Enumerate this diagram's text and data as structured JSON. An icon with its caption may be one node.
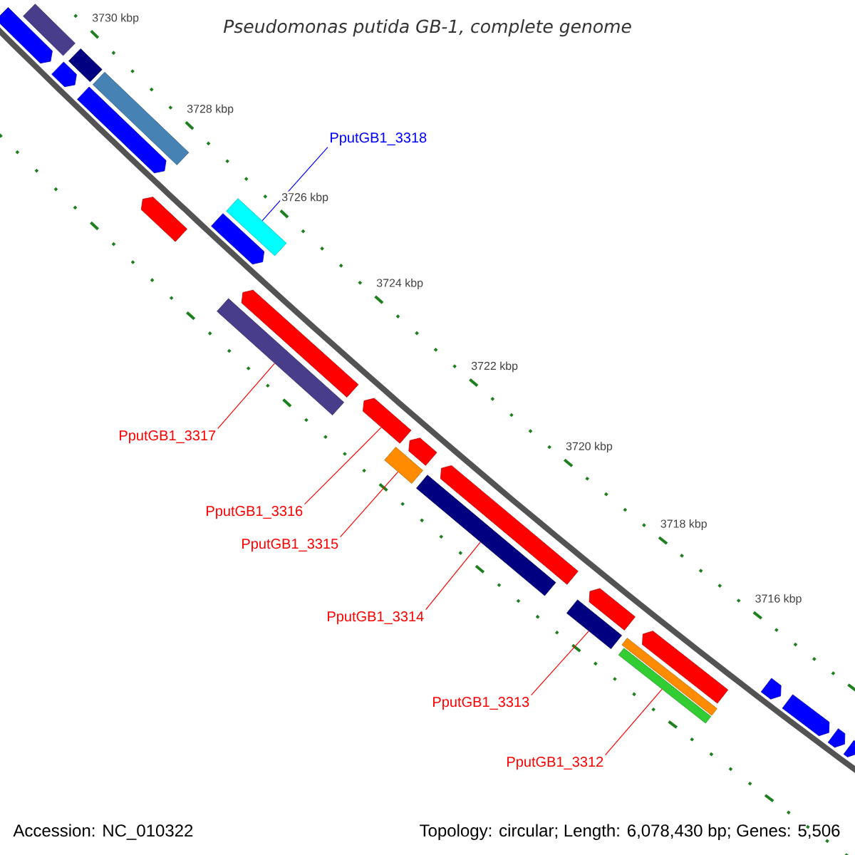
{
  "diagram": {
    "title": "Pseudomonas putida GB-1, complete genome",
    "nodes": [
      {
        "text": [
          "PputGB1_3318"
        ]
      },
      {
        "text": [
          "PputGB1_3317"
        ]
      },
      {
        "text": [
          "PputGB1_3316"
        ]
      },
      {
        "text": [
          "PputGB1_3315"
        ]
      },
      {
        "text": [
          "PputGB1_3314"
        ]
      },
      {
        "text": [
          "PputGB1_3313"
        ]
      },
      {
        "text": [
          "PputGB1_3312"
        ]
      },
      {
        "text": [],
        "shape": "bar"
      },
      {
        "text": [],
        "shape": "arrow"
      },
      {
        "text": [],
        "shape": "arrow"
      },
      {
        "text": [],
        "shape": "bar"
      },
      {
        "text": [],
        "shape": "arrow"
      },
      {
        "text": [],
        "shape": "bar"
      },
      {
        "text": [],
        "shape": "arrow"
      },
      {
        "text": [],
        "shape": "arrow"
      },
      {
        "text": [],
        "shape": "bar"
      },
      {
        "text": [],
        "shape": "bar"
      },
      {
        "text": [],
        "shape": "arrow"
      },
      {
        "text": [],
        "shape": "arrow"
      },
      {
        "text": [],
        "shape": "bar"
      },
      {
        "text": [],
        "shape": "arrow"
      },
      {
        "text": [],
        "shape": "bar"
      },
      {
        "text": [],
        "shape": "arrow"
      },
      {
        "text": [],
        "shape": "bar"
      },
      {
        "text": [],
        "shape": "arrow"
      },
      {
        "text": [],
        "shape": "bar"
      },
      {
        "text": [],
        "shape": "bar"
      },
      {
        "text": [],
        "shape": "arrow"
      },
      {
        "text": [],
        "shape": "arrow"
      },
      {
        "text": [],
        "shape": "arrow"
      },
      {
        "text": [],
        "shape": "arrow"
      },
      {
        "text": [],
        "shape": "arrow"
      }
    ],
    "edges": [
      {
        "from": 0,
        "to": 15,
        "arrow": "none",
        "color": "#0000ff"
      },
      {
        "from": 1,
        "to": 16,
        "arrow": "none"
      },
      {
        "from": 2,
        "to": 18,
        "arrow": "none"
      },
      {
        "from": 3,
        "to": 19,
        "arrow": "none"
      },
      {
        "from": 4,
        "to": 21,
        "arrow": "none"
      },
      {
        "from": 5,
        "to": 23,
        "arrow": "none"
      },
      {
        "from": 6,
        "to": 26,
        "arrow": "none"
      }
    ],
    "labels": [
      "3730 kbp",
      "3728 kbp",
      "3726 kbp",
      "3724 kbp",
      "3722 kbp",
      "3720 kbp",
      "3718 kbp",
      "3716 kbp",
      "Accession: NC_010322",
      "Topology: circular; Length: 6,078,430 bp; Genes: 5,506"
    ]
  }
}
